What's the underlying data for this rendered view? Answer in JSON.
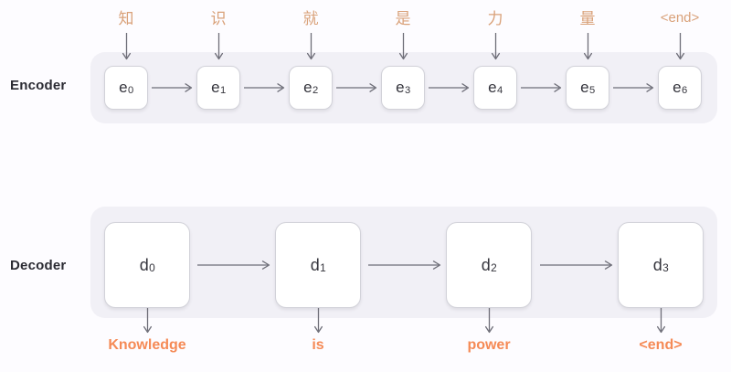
{
  "diagram": {
    "rows": {
      "encoder_label": "Encoder",
      "decoder_label": "Decoder"
    },
    "colors": {
      "input_token": "#d9a179",
      "output_word": "#f58a56",
      "panel_bg": "#f1f0f6",
      "cell_bg": "#ffffff",
      "cell_border": "#d2d2d9",
      "arrow": "#6e6e78",
      "label_text": "#2b2b33",
      "page_bg": "#fdfcff"
    },
    "encoder": {
      "input_tokens": [
        "知",
        "识",
        "就",
        "是",
        "力",
        "量",
        "<end>"
      ],
      "cells": [
        {
          "base": "e",
          "sub": "0"
        },
        {
          "base": "e",
          "sub": "1"
        },
        {
          "base": "e",
          "sub": "2"
        },
        {
          "base": "e",
          "sub": "3"
        },
        {
          "base": "e",
          "sub": "4"
        },
        {
          "base": "e",
          "sub": "5"
        },
        {
          "base": "e",
          "sub": "6"
        }
      ]
    },
    "decoder": {
      "cells": [
        {
          "base": "d",
          "sub": "0"
        },
        {
          "base": "d",
          "sub": "1"
        },
        {
          "base": "d",
          "sub": "2"
        },
        {
          "base": "d",
          "sub": "3"
        }
      ],
      "output_words": [
        "Knowledge",
        "is",
        "power",
        "<end>"
      ]
    }
  }
}
